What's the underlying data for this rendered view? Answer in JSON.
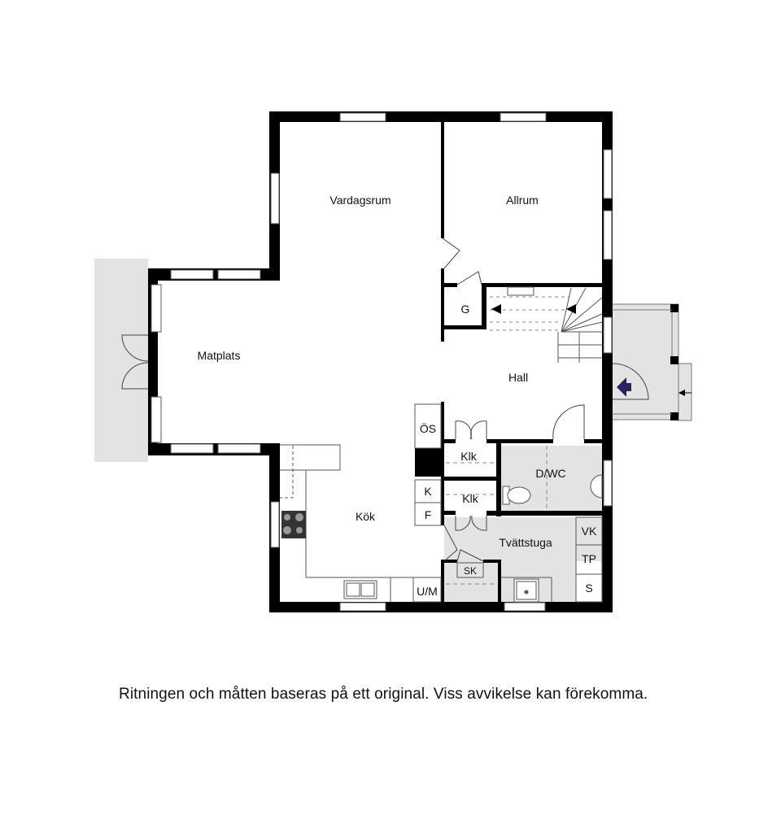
{
  "plan": {
    "rooms": {
      "vardagsrum": "Vardagsrum",
      "allrum": "Allrum",
      "matplats": "Matplats",
      "hall": "Hall",
      "kok": "Kök",
      "dwc": "D/WC",
      "tvattstuga": "Tvättstuga",
      "klk1": "Klk",
      "klk2": "Klk",
      "g": "G"
    },
    "fixtures": {
      "os": "ÖS",
      "k": "K",
      "f": "F",
      "um": "U/M",
      "sk": "SK",
      "vk": "VK",
      "tp": "TP",
      "s": "S"
    },
    "colors": {
      "wall": "#000000",
      "wet_room": "#e3e3e3",
      "terrace": "#e3e3e3",
      "entrance_arrow": "#2d2360"
    }
  },
  "caption": "Ritningen och måtten baseras på ett original. Viss avvikelse kan förekomma."
}
